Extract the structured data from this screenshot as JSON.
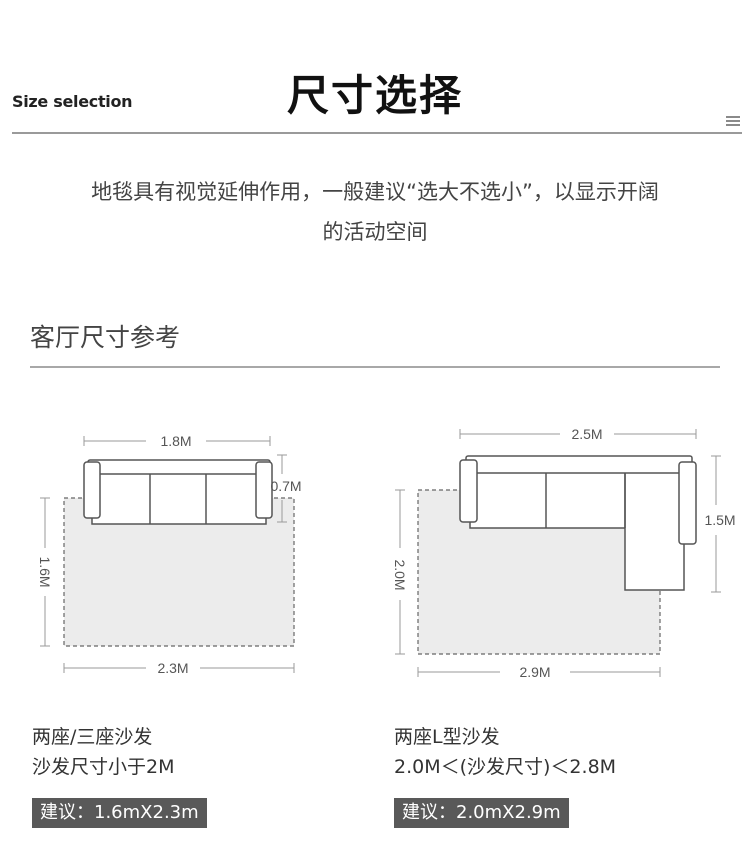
{
  "header": {
    "en_title": "Size selection",
    "cn_title": "尺寸选择"
  },
  "intro": {
    "line1": "地毯具有视觉延伸作用，一般建议“选大不选小”，以显示开阔",
    "line2": "的活动空间"
  },
  "section": {
    "title": "客厅尺寸参考"
  },
  "left_diagram": {
    "sofa_width": "1.8M",
    "sofa_depth": "0.7M",
    "rug_height": "1.6M",
    "rug_width": "2.3M",
    "caption_line1": "两座/三座沙发",
    "caption_line2": "沙发尺寸小于2M",
    "advice": "建议：1.6mX2.3m"
  },
  "right_diagram": {
    "sofa_width": "2.5M",
    "sofa_depth": "1.5M",
    "rug_height": "2.0M",
    "rug_width": "2.9M",
    "caption_line1": "两座L型沙发",
    "caption_line2": "2.0M＜(沙发尺寸)＜2.8M",
    "advice": "建议：2.0mX2.9m"
  },
  "colors": {
    "rug_fill": "#ececec",
    "line": "#555555",
    "dim_line": "#9a9a9a",
    "advice_bg": "#595959"
  }
}
